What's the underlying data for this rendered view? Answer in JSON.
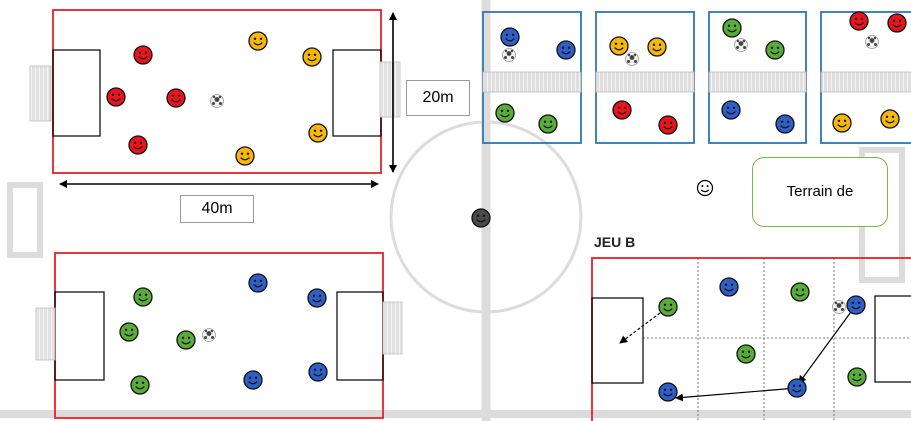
{
  "labels": {
    "width_measure": "40m",
    "height_measure": "20m",
    "game_b_title": "JEU B",
    "note_text": "Terrain de"
  },
  "colors": {
    "red_team": "#e8141b",
    "yellow_team": "#f5b70c",
    "green_team": "#5aac3a",
    "blue_team": "#2f5fc4",
    "neutral_player": "#4a4a4a",
    "field_border_red": "#e62129",
    "field_border_blue": "#2e75b6",
    "note_border": "#79b944",
    "background_lines": "#d9d9d9"
  },
  "icons": [
    "smiley-face-icon",
    "soccer-ball-icon",
    "goal-net-icon",
    "double-arrow-icon"
  ]
}
